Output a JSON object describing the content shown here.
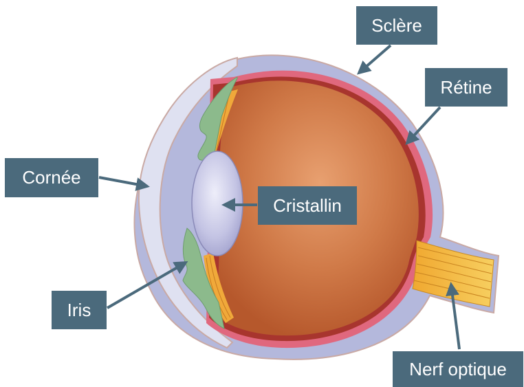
{
  "labels": {
    "sclere": "Sclère",
    "retine": "Rétine",
    "cornee": "Cornée",
    "cristallin": "Cristallin",
    "iris": "Iris",
    "nerf_optique": "Nerf optique"
  },
  "colors": {
    "label_bg": "#4b6a7c",
    "label_text": "#ffffff",
    "arrow": "#4b6a7c",
    "sclera": "#b4b8dc",
    "retina": "#e0687e",
    "choroid": "#a8352e",
    "vitreous": "#c8703f",
    "lens": "#b6b6dc",
    "iris": "#8cba8c",
    "ciliary": "#f0a93a",
    "nerve": "#f2b23a"
  }
}
